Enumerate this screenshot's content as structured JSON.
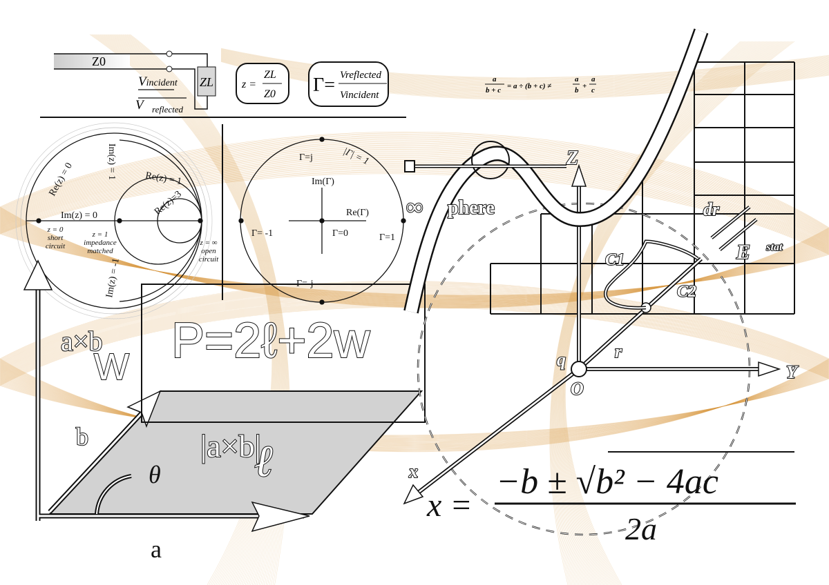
{
  "colors": {
    "band": "#d99a45",
    "ink": "#111111",
    "gray_fill": "#d2d2d2",
    "background": "#ffffff"
  },
  "transmission_line": {
    "z0": "Z0",
    "zl": "ZL",
    "v_incident": "V",
    "v_incident_sub": "incident",
    "v_reflected": "V",
    "v_reflected_sub": "reflected",
    "z_formula": {
      "lhs": "z =",
      "num": "ZL",
      "den": "Z0"
    },
    "gamma_formula": {
      "lhs": "Γ=",
      "num": "Vreflected",
      "den": "Vincident"
    }
  },
  "fraction_identity": {
    "num": "a",
    "den": "b + c",
    "rest": "= a ÷ (b + c) ≠",
    "t1_num": "a",
    "t1_den": "b",
    "plus": "+",
    "t2_num": "a",
    "t2_den": "c"
  },
  "smith_chart": {
    "re0": "Re(z) = 0",
    "im_pos": "Im(z) = 1",
    "re1": "Re(z) = 1",
    "re3": "Re(z)=3",
    "im0": "Im(z) = 0",
    "im_neg": "Im(z) = -1",
    "z0_label": [
      "z = 0",
      "short",
      "circuit"
    ],
    "z1_label": [
      "z = 1",
      "impedance",
      "matched"
    ],
    "zinf_label": [
      "z = ∞",
      "open",
      "circuit"
    ]
  },
  "gamma_plane": {
    "gj": "Γ=j",
    "mag": "|Γ| = 1",
    "im": "Im(Γ)",
    "re": "Re(Γ)",
    "gm1": "Γ= -1",
    "g0": "Γ=0",
    "g1": "Γ=1",
    "gmj": "Γ=-j"
  },
  "perimeter": {
    "formula": "P=2ℓ+2w"
  },
  "cross_product": {
    "axb": "a×b",
    "w": "W",
    "b": "b",
    "a": "a",
    "theta": "θ",
    "mag": "|a×b|",
    "ell": "ℓ"
  },
  "field": {
    "infinity": "∞",
    "sphere": "phere",
    "z": "Z",
    "q": "q",
    "o": "O",
    "y": "Y",
    "x": "x",
    "r": "r⃗",
    "c1": "C1",
    "c2": "C2",
    "dr": "dr⃗",
    "e": "E⃗",
    "e_sub": "stat"
  },
  "quadratic": {
    "x_eq": "x =",
    "numerator": "−b ± √b² − 4ac",
    "denominator": "2a"
  }
}
